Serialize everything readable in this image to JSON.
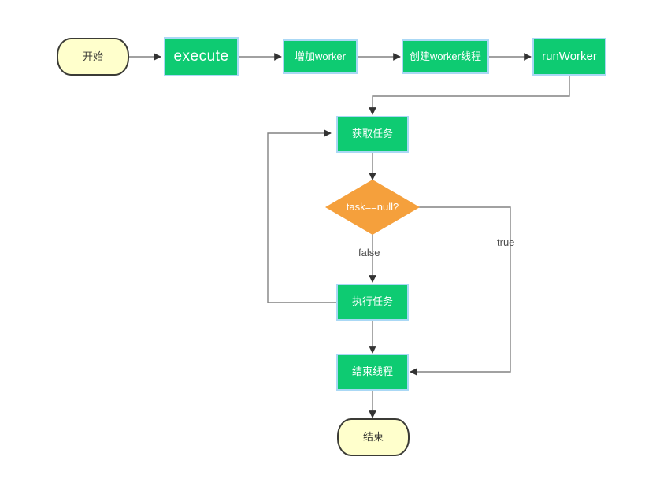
{
  "diagram": {
    "title": "Java ThreadPoolExecutor execute flow",
    "type": "flowchart",
    "background_color": "#ffffff",
    "colors": {
      "process_fill": "#0ecb72",
      "process_border": "#aad8f5",
      "process_text": "#ffffff",
      "terminal_fill": "#ffffcc",
      "terminal_border": "#3b3b36",
      "terminal_text": "#3b3b36",
      "decision_fill": "#f5a03c",
      "decision_text": "#ffffff",
      "edge_stroke": "#828282",
      "label_text": "#4d4d4d"
    }
  },
  "nodes": {
    "start": {
      "label": "开始",
      "shape": "terminal"
    },
    "execute": {
      "label": "execute",
      "shape": "process"
    },
    "add_worker": {
      "label": "增加worker",
      "shape": "process"
    },
    "create_thread": {
      "label": "创建worker线程",
      "shape": "process"
    },
    "run_worker": {
      "label": "runWorker",
      "shape": "process"
    },
    "get_task": {
      "label": "获取任务",
      "shape": "process"
    },
    "task_null": {
      "label": "task==null?",
      "shape": "decision"
    },
    "do_task": {
      "label": "执行任务",
      "shape": "process"
    },
    "end_thread": {
      "label": "结束线程",
      "shape": "process"
    },
    "end": {
      "label": "结束",
      "shape": "terminal"
    }
  },
  "edge_labels": {
    "false": "false",
    "true": "true"
  },
  "edges": [
    {
      "from": "start",
      "to": "execute",
      "label": ""
    },
    {
      "from": "execute",
      "to": "add_worker",
      "label": ""
    },
    {
      "from": "add_worker",
      "to": "create_thread",
      "label": ""
    },
    {
      "from": "create_thread",
      "to": "run_worker",
      "label": ""
    },
    {
      "from": "run_worker",
      "to": "get_task",
      "label": ""
    },
    {
      "from": "get_task",
      "to": "task_null",
      "label": ""
    },
    {
      "from": "task_null",
      "to": "do_task",
      "label": "false"
    },
    {
      "from": "task_null",
      "to": "end_thread",
      "label": "true"
    },
    {
      "from": "do_task",
      "to": "get_task",
      "label": ""
    },
    {
      "from": "do_task",
      "to": "end_thread",
      "label": ""
    },
    {
      "from": "end_thread",
      "to": "end",
      "label": ""
    }
  ]
}
